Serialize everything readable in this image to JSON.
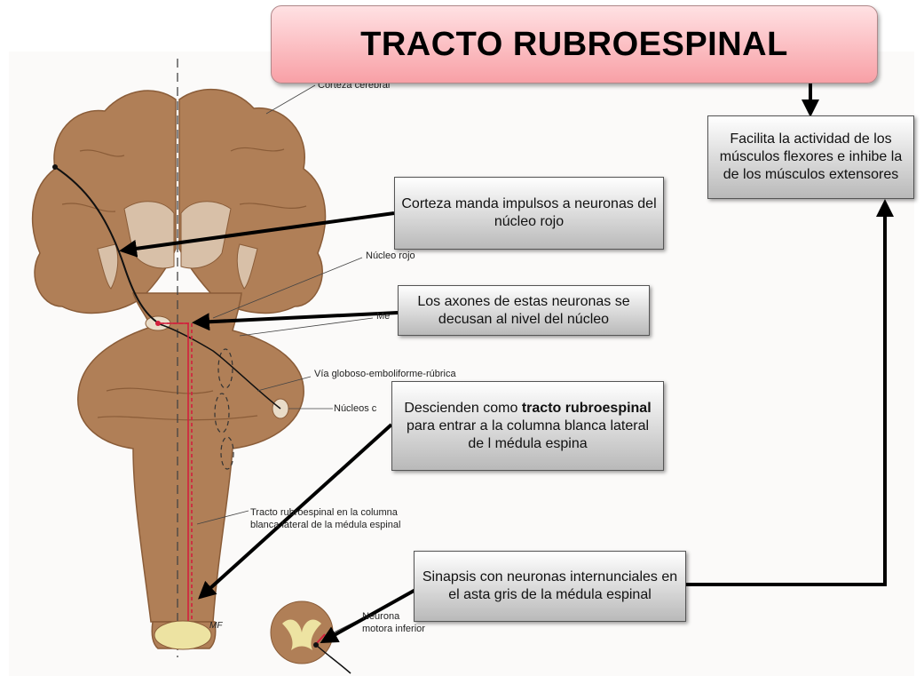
{
  "title": "TRACTO RUBROESPINAL",
  "callouts": {
    "function": "Facilita la actividad de los músculos flexores e inhibe la de los músculos extensores",
    "cortex": "Corteza manda impulsos a neuronas del núcleo rojo",
    "decussation": "Los axones de estas neuronas se decusan al nivel del núcleo",
    "descent": {
      "before": "Descienden como ",
      "bold": "tracto rubroespinal",
      "after": " para entrar a la columna blanca lateral de l médula espina"
    },
    "synapse": "Sinapsis con neuronas internunciales en el asta gris de la médula espinal"
  },
  "image_labels": {
    "cortex": "Corteza cerebral",
    "red_nucleus": "Núcleo rojo",
    "mesencephalon": "Me",
    "globose_path": "Vía globoso-emboliforme-rúbrica",
    "nuclei": "Núcleos c",
    "tract_line1": "Tracto rubroespinal en la columna",
    "tract_line2": "blanca lateral de la médula espinal",
    "neuron_line1": "Neurona",
    "neuron_line2": "motora inferior",
    "signature": "MF"
  },
  "colors": {
    "brain": "#b07f57",
    "brain_light": "#d8c0a8",
    "gray_matter": "#ede3a2",
    "tract": "#d21f3c",
    "arrow": "#000000",
    "title_top": "#ffe1e3",
    "title_bottom": "#f8a0a6"
  }
}
